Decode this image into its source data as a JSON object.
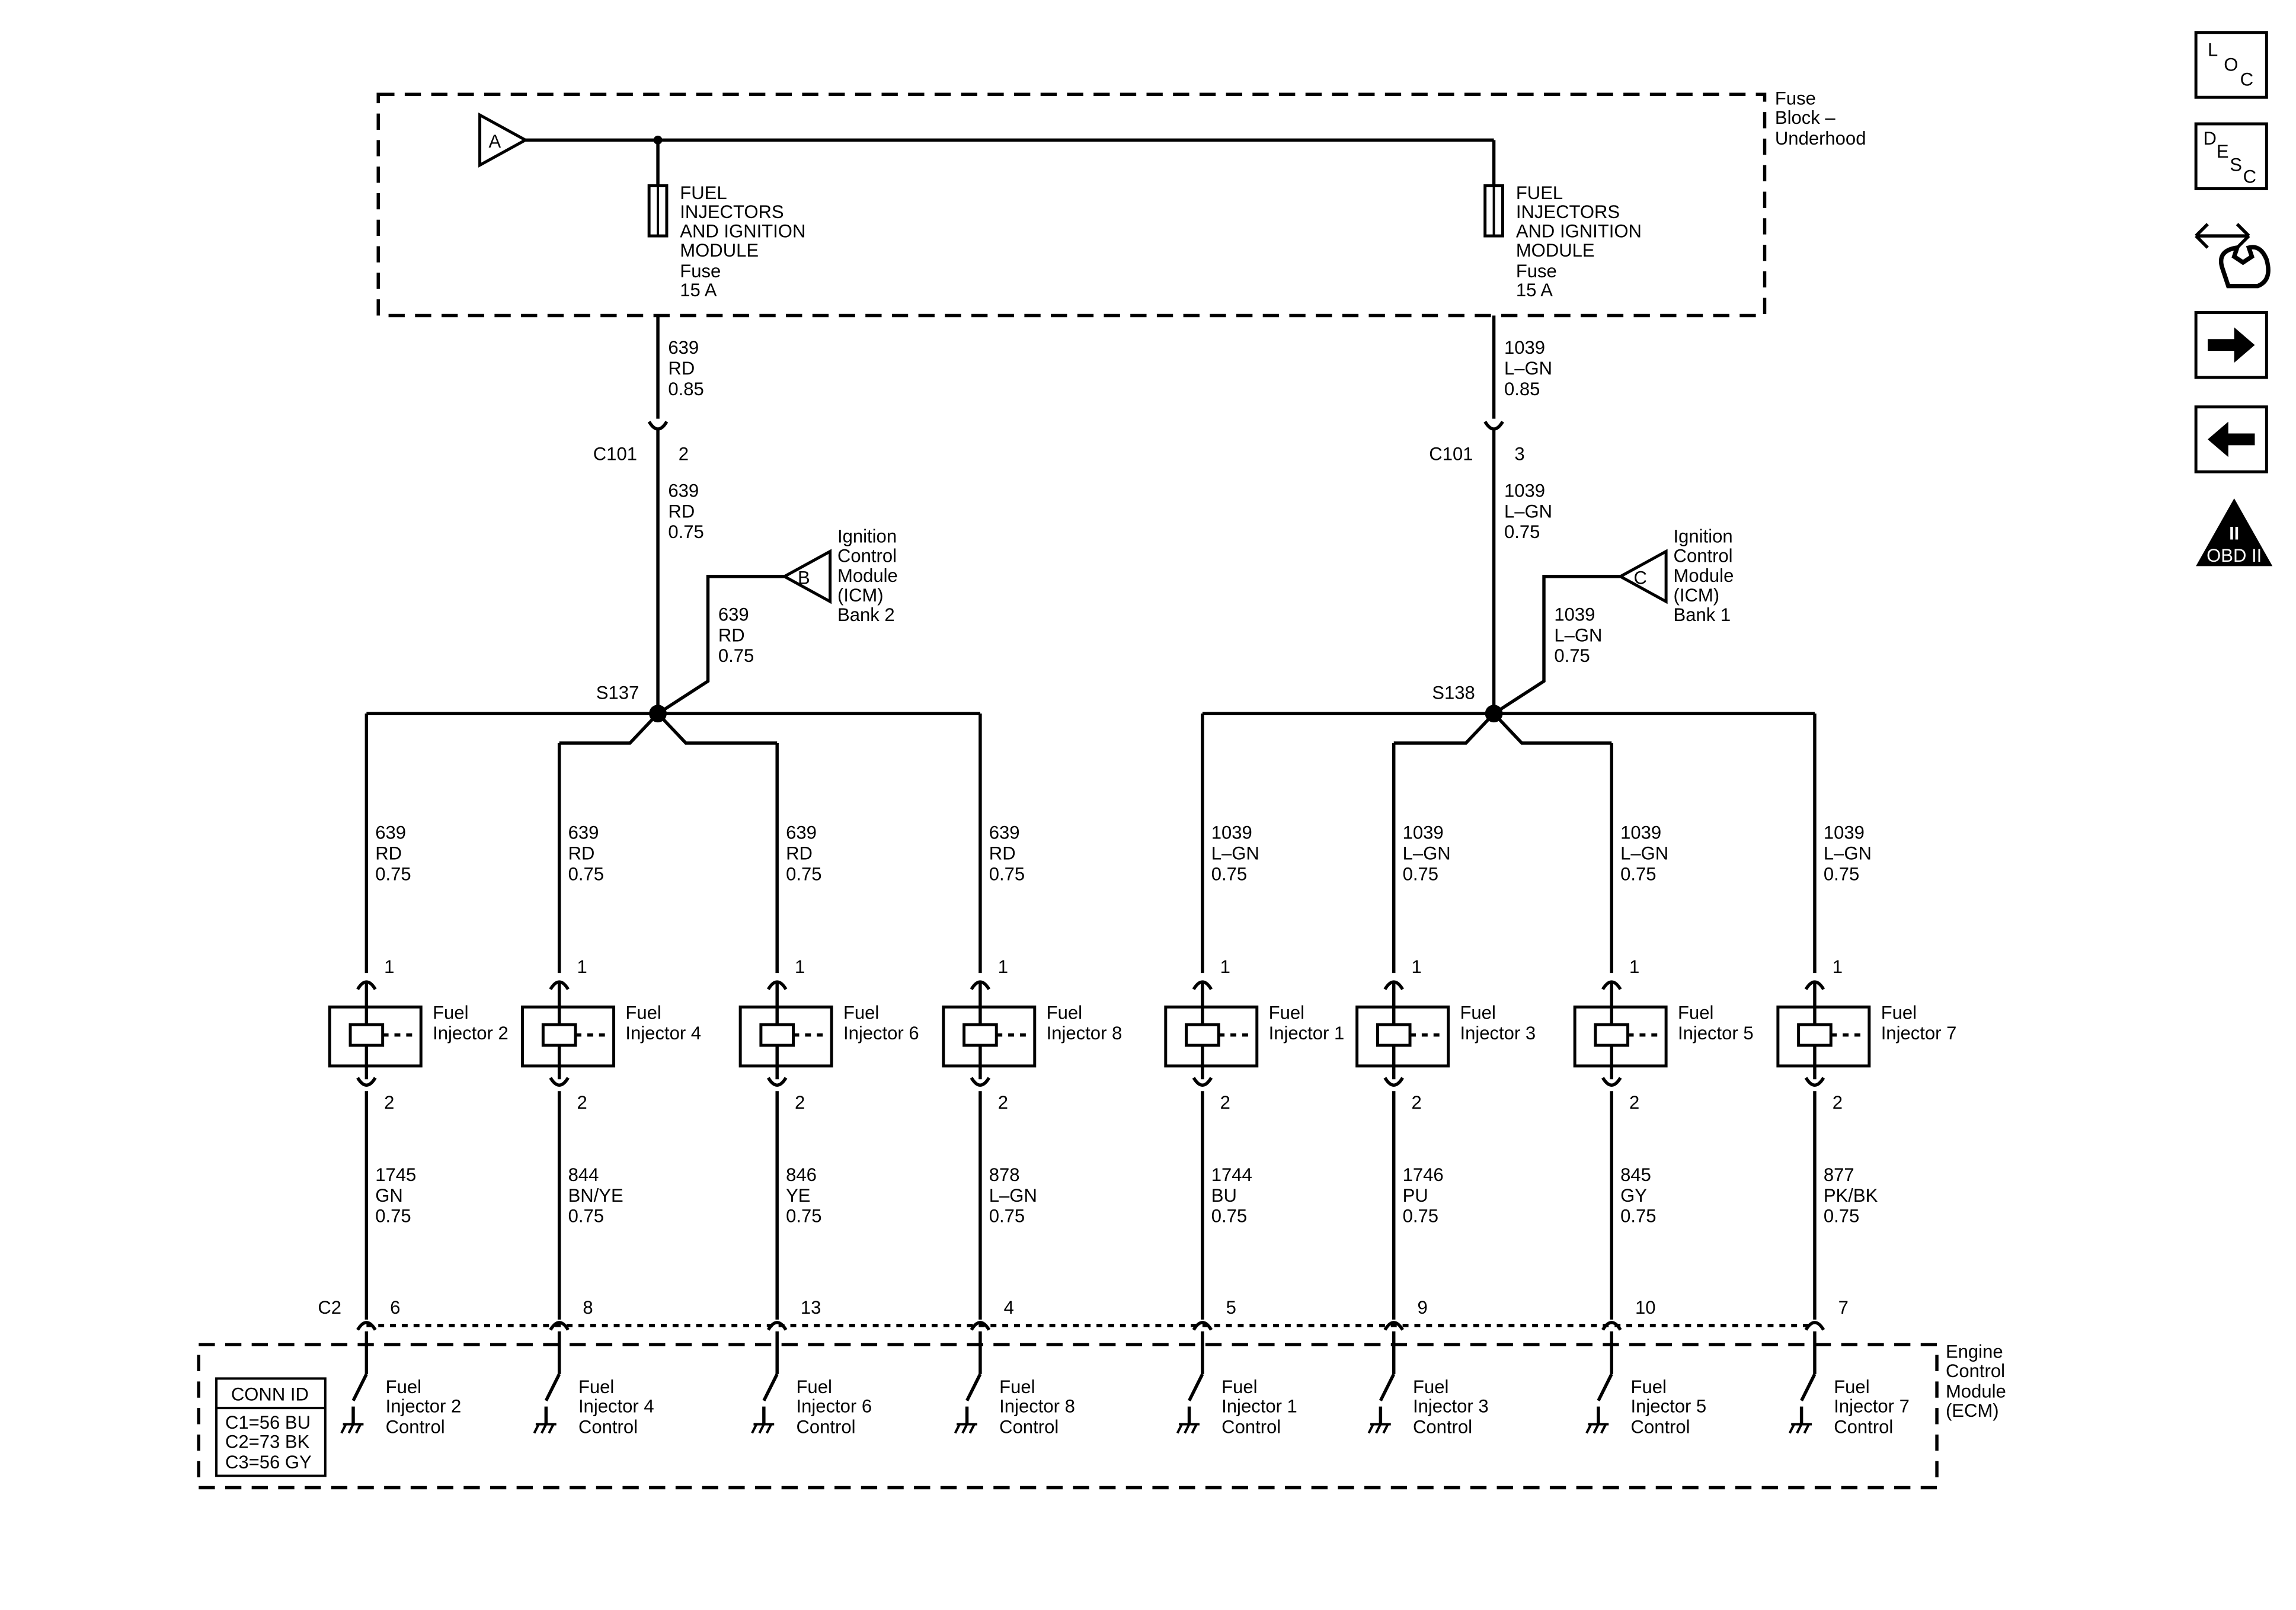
{
  "fuse_block": {
    "label_lines": [
      "Fuse",
      "Block –",
      "Underhood"
    ],
    "feed_letter": "A",
    "fuses": [
      {
        "lines": [
          "FUEL",
          "INJECTORS",
          "AND IGNITION",
          "MODULE",
          "Fuse",
          "15 A"
        ]
      },
      {
        "lines": [
          "FUEL",
          "INJECTORS",
          "AND IGNITION",
          "MODULE",
          "Fuse",
          "15 A"
        ]
      }
    ]
  },
  "banks": [
    {
      "upper_wire": [
        "639",
        "RD",
        "0.85"
      ],
      "connector": "C101",
      "pin": "2",
      "lower_wire": [
        "639",
        "RD",
        "0.75"
      ],
      "icm_wire": [
        "639",
        "RD",
        "0.75"
      ],
      "icm_letter": "B",
      "icm_label": [
        "Ignition",
        "Control",
        "Module",
        "(ICM)",
        "Bank 2"
      ],
      "splice": "S137"
    },
    {
      "upper_wire": [
        "1039",
        "L–GN",
        "0.85"
      ],
      "connector": "C101",
      "pin": "3",
      "lower_wire": [
        "1039",
        "L–GN",
        "0.75"
      ],
      "icm_wire": [
        "1039",
        "L–GN",
        "0.75"
      ],
      "icm_letter": "C",
      "icm_label": [
        "Ignition",
        "Control",
        "Module",
        "(ICM)",
        "Bank 1"
      ],
      "splice": "S138"
    }
  ],
  "injectors": [
    {
      "name": [
        "Fuel",
        "Injector 2"
      ],
      "supply": [
        "639",
        "RD",
        "0.75"
      ],
      "pin_top": "1",
      "pin_bot": "2",
      "control_wire": [
        "1745",
        "GN",
        "0.75"
      ],
      "ecm_pin": "6",
      "control": [
        "Fuel",
        "Injector 2",
        "Control"
      ]
    },
    {
      "name": [
        "Fuel",
        "Injector 4"
      ],
      "supply": [
        "639",
        "RD",
        "0.75"
      ],
      "pin_top": "1",
      "pin_bot": "2",
      "control_wire": [
        "844",
        "BN/YE",
        "0.75"
      ],
      "ecm_pin": "8",
      "control": [
        "Fuel",
        "Injector 4",
        "Control"
      ]
    },
    {
      "name": [
        "Fuel",
        "Injector 6"
      ],
      "supply": [
        "639",
        "RD",
        "0.75"
      ],
      "pin_top": "1",
      "pin_bot": "2",
      "control_wire": [
        "846",
        "YE",
        "0.75"
      ],
      "ecm_pin": "13",
      "control": [
        "Fuel",
        "Injector 6",
        "Control"
      ]
    },
    {
      "name": [
        "Fuel",
        "Injector 8"
      ],
      "supply": [
        "639",
        "RD",
        "0.75"
      ],
      "pin_top": "1",
      "pin_bot": "2",
      "control_wire": [
        "878",
        "L–GN",
        "0.75"
      ],
      "ecm_pin": "4",
      "control": [
        "Fuel",
        "Injector 8",
        "Control"
      ]
    },
    {
      "name": [
        "Fuel",
        "Injector 1"
      ],
      "supply": [
        "1039",
        "L–GN",
        "0.75"
      ],
      "pin_top": "1",
      "pin_bot": "2",
      "control_wire": [
        "1744",
        "BU",
        "0.75"
      ],
      "ecm_pin": "5",
      "control": [
        "Fuel",
        "Injector 1",
        "Control"
      ]
    },
    {
      "name": [
        "Fuel",
        "Injector 3"
      ],
      "supply": [
        "1039",
        "L–GN",
        "0.75"
      ],
      "pin_top": "1",
      "pin_bot": "2",
      "control_wire": [
        "1746",
        "PU",
        "0.75"
      ],
      "ecm_pin": "9",
      "control": [
        "Fuel",
        "Injector 3",
        "Control"
      ]
    },
    {
      "name": [
        "Fuel",
        "Injector 5"
      ],
      "supply": [
        "1039",
        "L–GN",
        "0.75"
      ],
      "pin_top": "1",
      "pin_bot": "2",
      "control_wire": [
        "845",
        "GY",
        "0.75"
      ],
      "ecm_pin": "10",
      "control": [
        "Fuel",
        "Injector 5",
        "Control"
      ]
    },
    {
      "name": [
        "Fuel",
        "Injector 7"
      ],
      "supply": [
        "1039",
        "L–GN",
        "0.75"
      ],
      "pin_top": "1",
      "pin_bot": "2",
      "control_wire": [
        "877",
        "PK/BK",
        "0.75"
      ],
      "ecm_pin": "7",
      "control": [
        "Fuel",
        "Injector 7",
        "Control"
      ]
    }
  ],
  "ecm": {
    "connector": "C2",
    "label": [
      "Engine",
      "Control",
      "Module",
      "(ECM)"
    ],
    "conn_id_title": "CONN ID",
    "conn_id_rows": [
      "C1=56 BU",
      "C2=73 BK",
      "C3=56 GY"
    ]
  },
  "side_nav": {
    "loc": [
      "L",
      "O",
      "C"
    ],
    "desc": [
      "D",
      "E",
      "S",
      "C"
    ],
    "obd_numeral": "II",
    "obd_text": "OBD II"
  }
}
